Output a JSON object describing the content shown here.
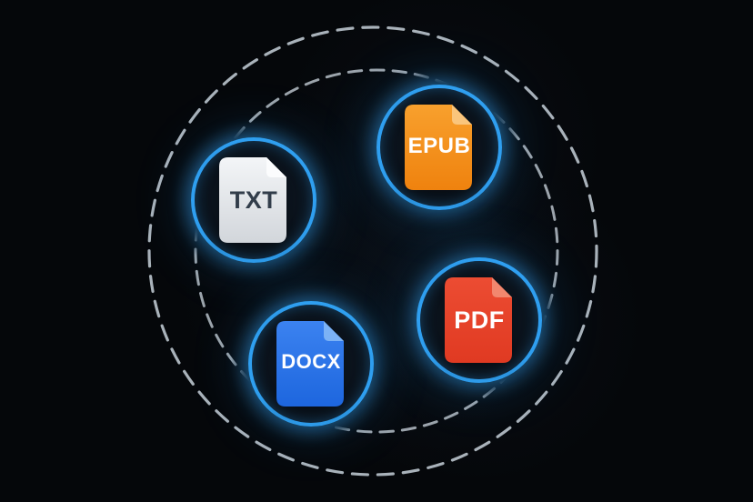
{
  "colors": {
    "background": "#05070a",
    "ring_blue": "#2f9ff0",
    "dash_gray": "#a9b2ba"
  },
  "nodes": [
    {
      "id": "txt",
      "label": "TXT",
      "body_top": "#f3f5f7",
      "body_bottom": "#d2d6db",
      "fold": "#fbfcfd",
      "label_color": "#323d4a"
    },
    {
      "id": "epub",
      "label": "EPUB",
      "body_top": "#f8a02d",
      "body_bottom": "#ef820e",
      "fold": "#fac57c",
      "label_color": "#ffffff"
    },
    {
      "id": "docx",
      "label": "DOCX",
      "body_top": "#3b82f0",
      "body_bottom": "#1d66de",
      "fold": "#7cb2f5",
      "label_color": "#ffffff"
    },
    {
      "id": "pdf",
      "label": "PDF",
      "body_top": "#ec4c32",
      "body_bottom": "#e03a22",
      "fold": "#f2876e",
      "label_color": "#ffffff"
    }
  ]
}
